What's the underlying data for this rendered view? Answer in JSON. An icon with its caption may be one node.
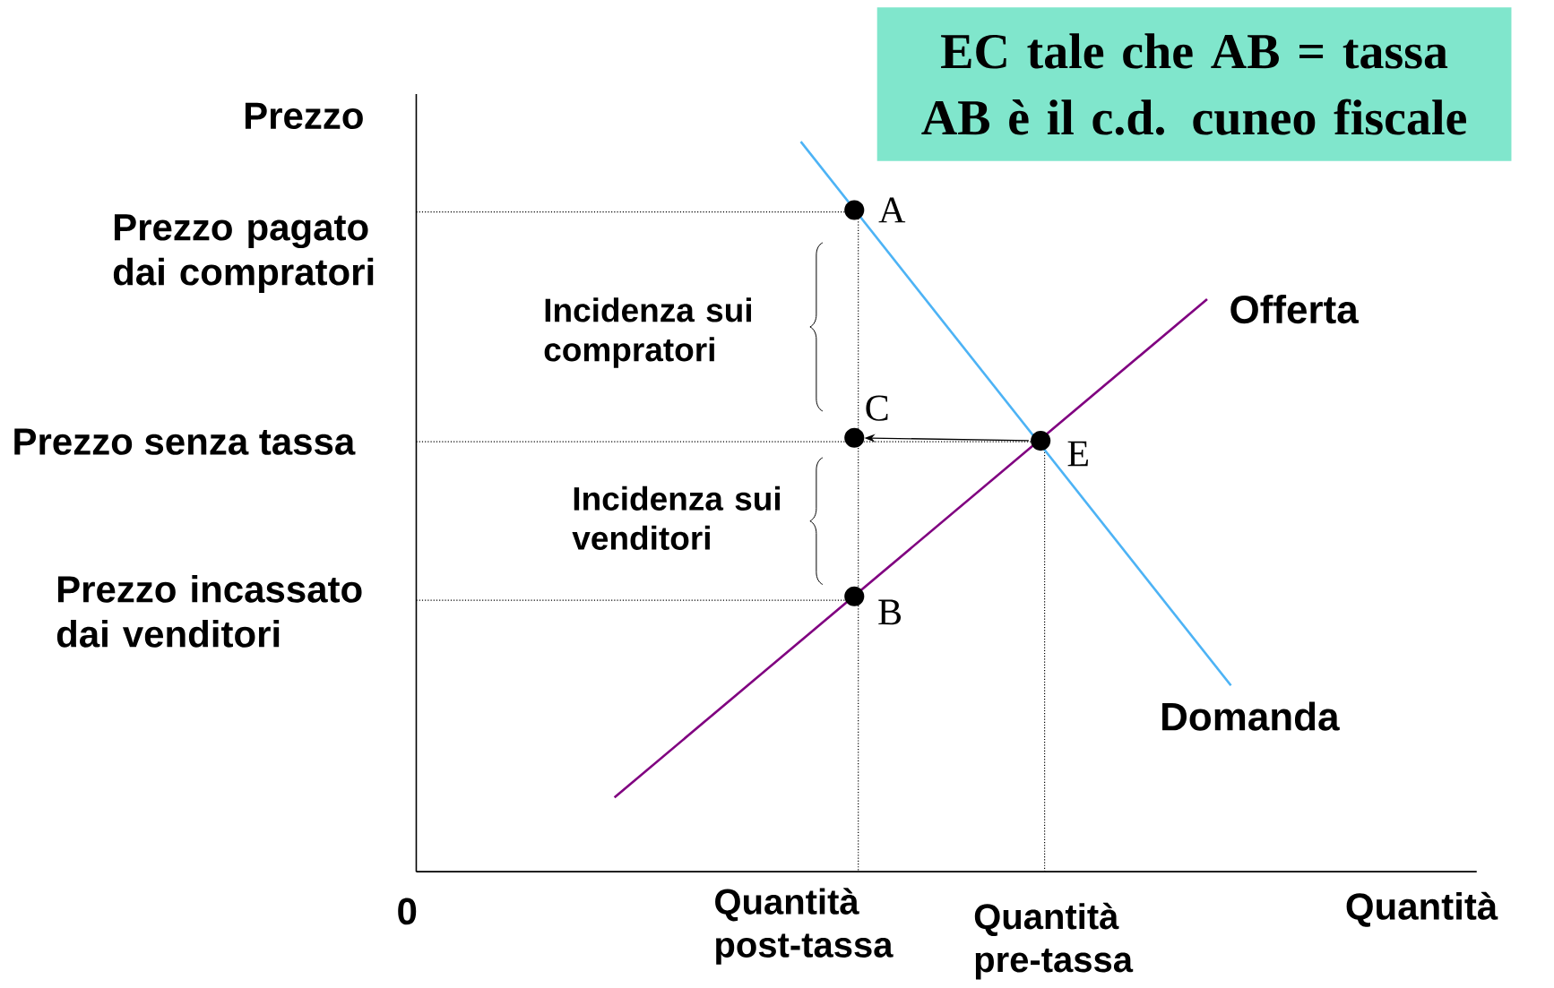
{
  "diagram": {
    "nodes": [
      {
        "text": [
          "EC tale che AB = tassa AB è il c.d. cuneo fiscale"
        ]
      },
      {
        "text": [],
        "shape": "circle",
        "beside": [
          "A"
        ]
      },
      {
        "text": [],
        "shape": "circle",
        "beside": [
          "C"
        ]
      },
      {
        "text": [],
        "shape": "circle",
        "beside": [
          "E"
        ]
      },
      {
        "text": [],
        "shape": "circle",
        "beside": [
          "B"
        ]
      }
    ],
    "edges": [
      {
        "from": 3,
        "to": 2,
        "arrow": "to"
      }
    ],
    "labels": [
      "Prezzo",
      "Prezzo pagato dai compratori",
      "Incidenza sui compratori",
      "Offerta",
      "Prezzo senza tassa",
      "Incidenza sui venditori",
      "Prezzo incassato dai venditori",
      "Domanda",
      "0",
      "Quantità post-tassa",
      "Quantità pre-tassa",
      "Quantità"
    ]
  }
}
